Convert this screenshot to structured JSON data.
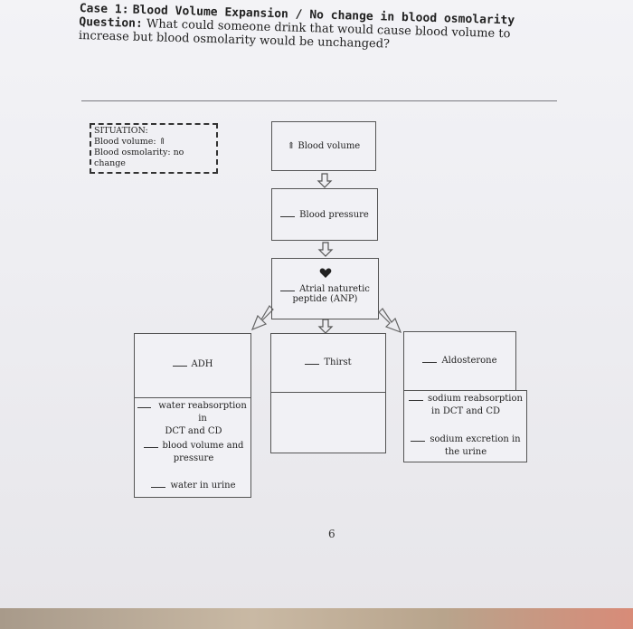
{
  "header": {
    "case_label": "Case 1:",
    "case_title": "Blood Volume Expansion / No change in blood osmolarity",
    "question_label": "Question:",
    "question_line1": "What could someone drink that would cause blood volume to",
    "question_line2": "increase but blood osmolarity would be unchanged?"
  },
  "situation": {
    "title": "SITUATION:",
    "line1": "Blood volume: ⇑",
    "line2": "Blood osmolarity: no change"
  },
  "flow": {
    "blood_volume": "⇑ Blood volume",
    "blood_pressure": "Blood pressure",
    "anp_line1": "Atrial naturetic",
    "anp_line2": "peptide (ANP)"
  },
  "left_column": {
    "header": "ADH",
    "item1_line1": "water reabsorption in",
    "item1_line2": "DCT and CD",
    "item2_line1": "blood volume and",
    "item2_line2": "pressure",
    "item3": "water in urine"
  },
  "middle_column": {
    "header": "Thirst"
  },
  "right_column": {
    "header": "Aldosterone",
    "item1_line1": "sodium reabsorption",
    "item1_line2": "in DCT and CD",
    "item2_line1": "sodium excretion in",
    "item2_line2": "the urine"
  },
  "page_number": "6"
}
